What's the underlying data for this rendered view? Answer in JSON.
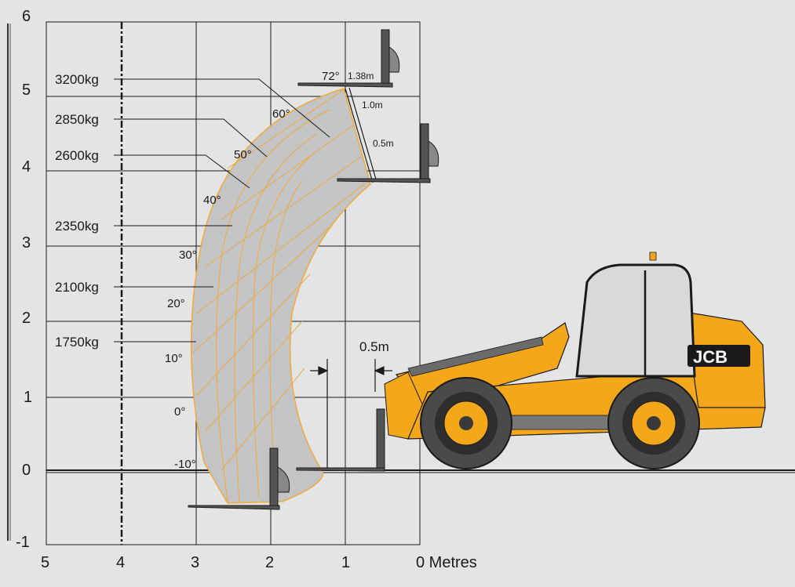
{
  "y_axis": {
    "ticks": [
      "6",
      "5",
      "4",
      "3",
      "2",
      "1",
      "0",
      "-1"
    ]
  },
  "x_axis": {
    "ticks": [
      "5",
      "4",
      "3",
      "2",
      "1",
      "0 Metres"
    ]
  },
  "load_zones": [
    {
      "label": "3200kg"
    },
    {
      "label": "2850kg"
    },
    {
      "label": "2600kg"
    },
    {
      "label": "2350kg"
    },
    {
      "label": "2100kg"
    },
    {
      "label": "1750kg"
    }
  ],
  "boom_angles": [
    "72°",
    "60°",
    "50°",
    "40°",
    "30°",
    "20°",
    "10°",
    "0°",
    "-10°"
  ],
  "extension_marks": [
    "1.38m",
    "1.0m",
    "0.5m"
  ],
  "clearance_label": "0.5m",
  "brand": "JCB",
  "colors": {
    "background": "#e3e4e5",
    "grid": "#1a1a1a",
    "envelope_fill": "#c3c4c6",
    "envelope_lines": "#f2a93b",
    "machine_yellow": "#f3a719",
    "tyre": "#4a4a4a"
  }
}
